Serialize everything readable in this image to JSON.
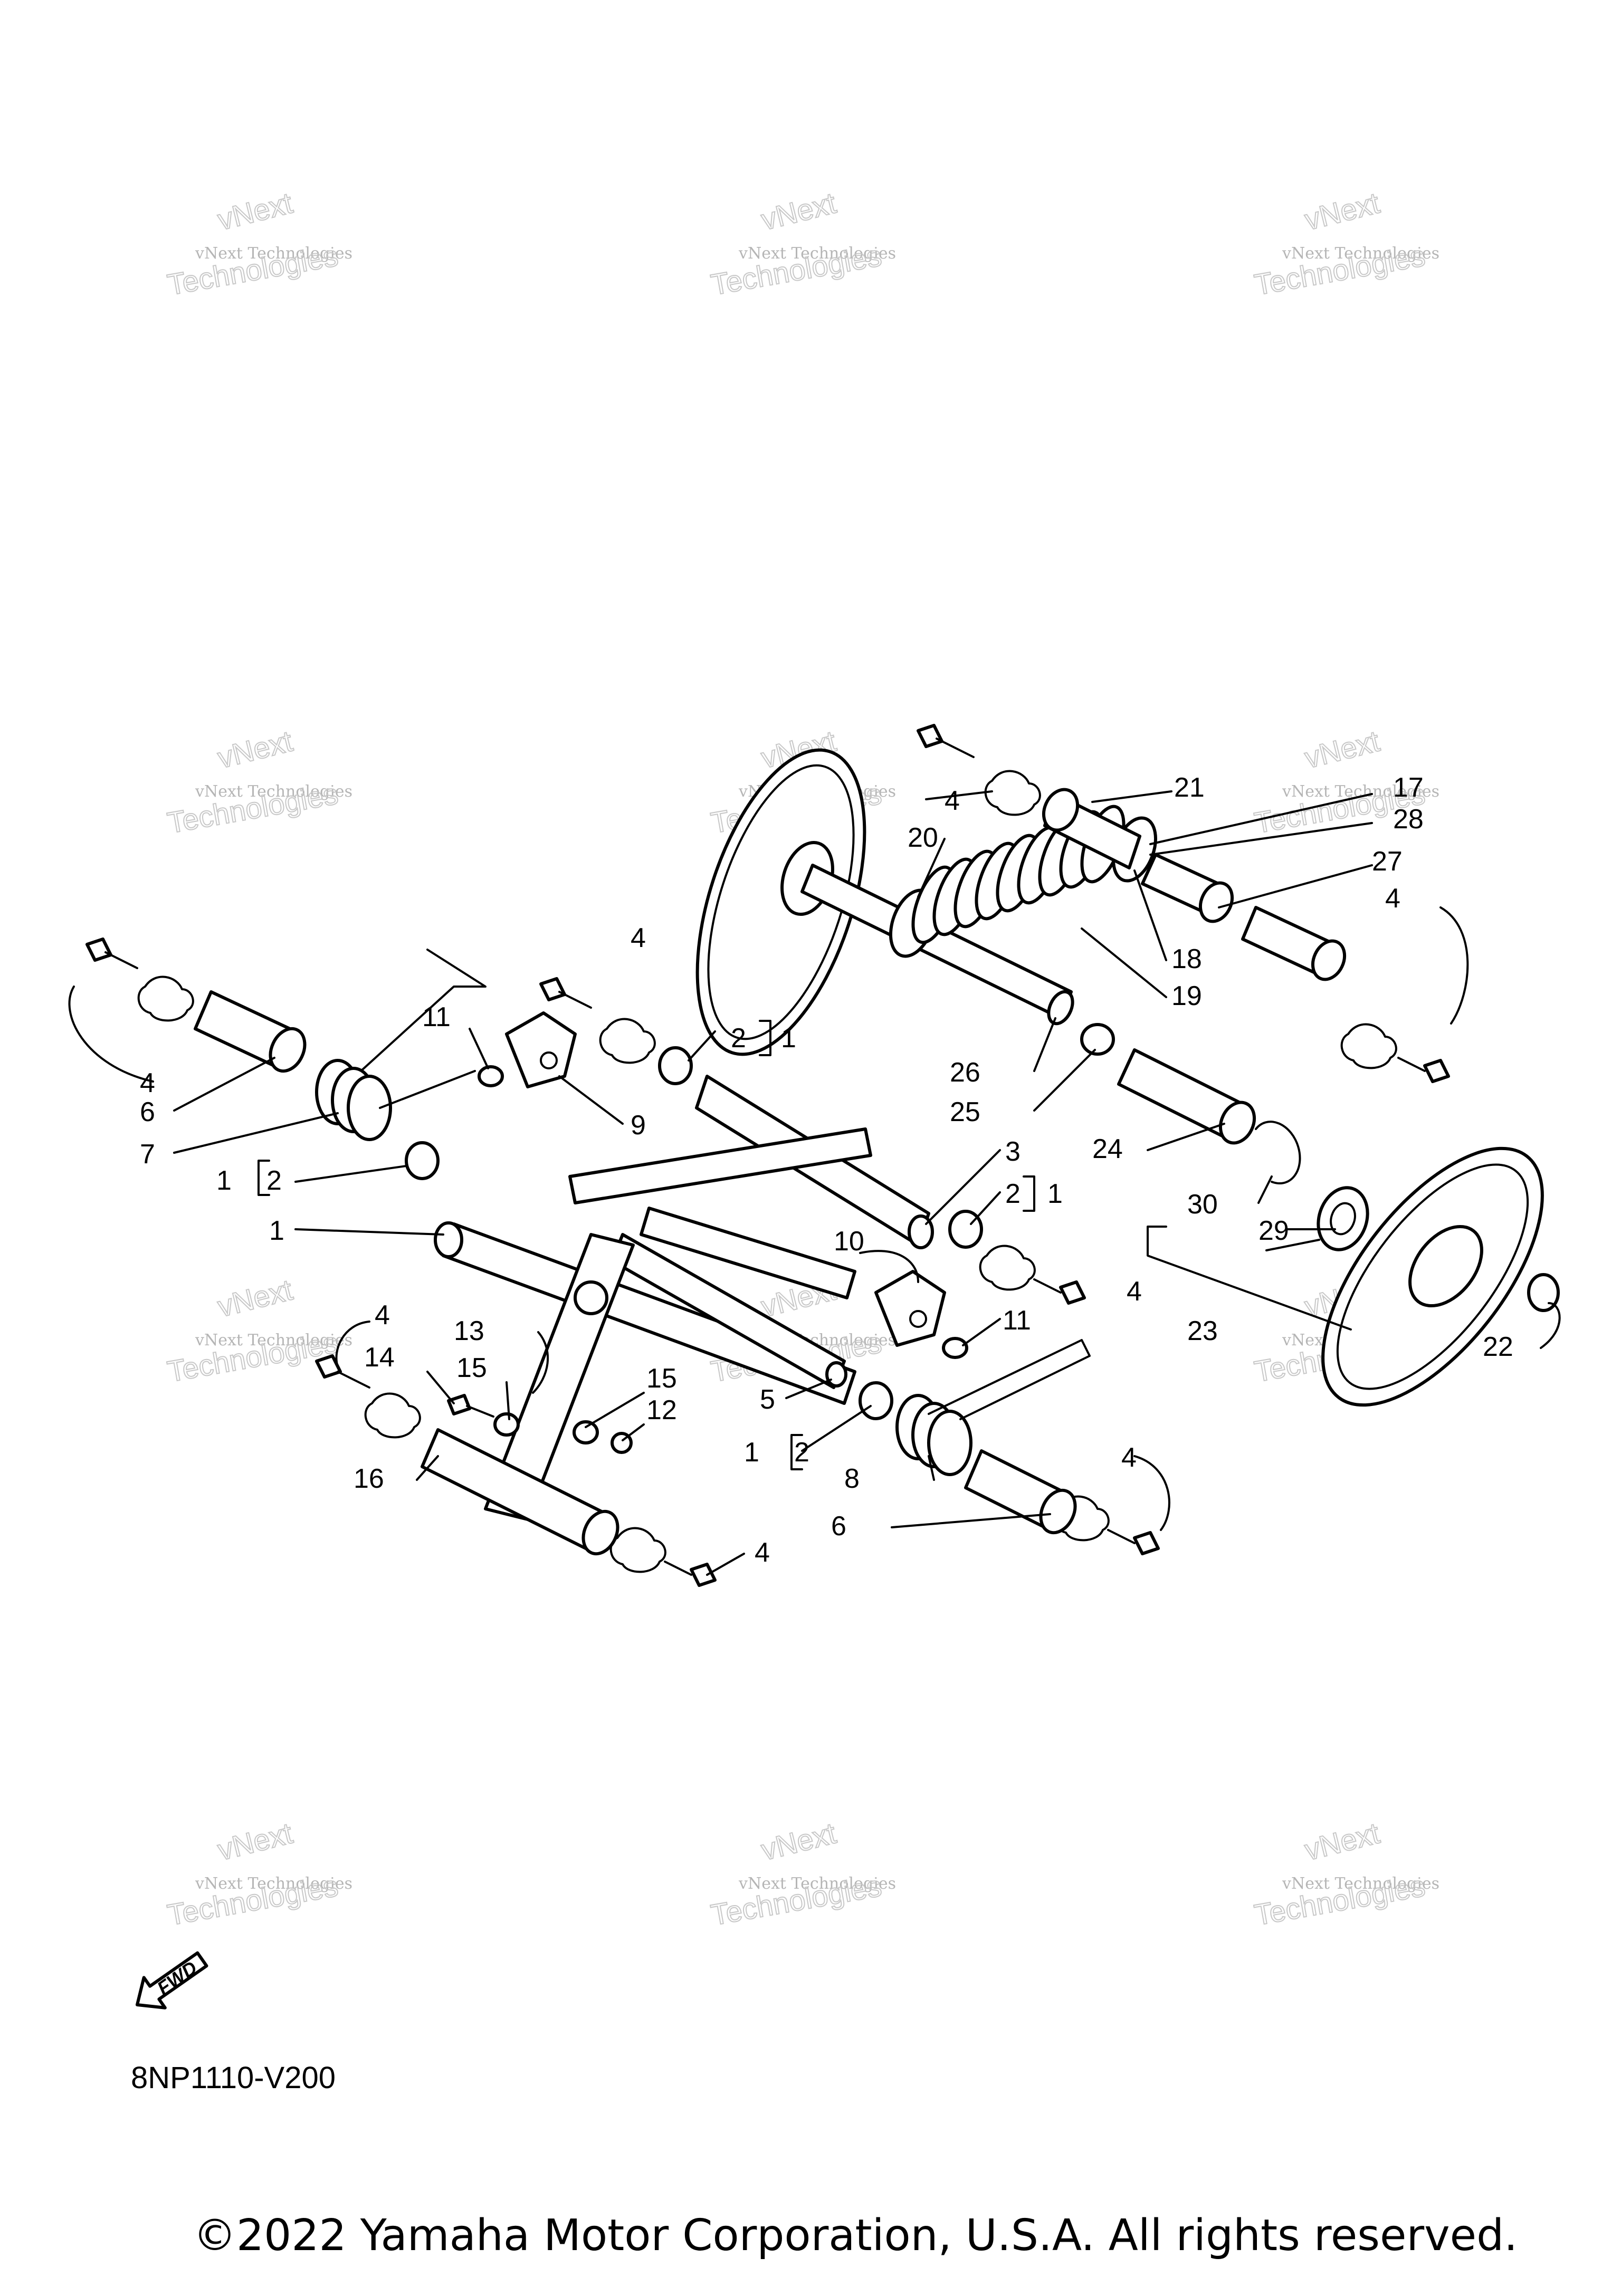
{
  "diagram_code": "8NP1110-V200",
  "copyright": "©2022 Yamaha Motor Corporation, U.S.A. All rights reserved.",
  "fwd_label": "FWD",
  "watermark": {
    "line1": "vNext",
    "line2": "vNext Technologies",
    "line3": "Technologies"
  },
  "callouts": {
    "c1": "1",
    "c2": "2",
    "c3": "3",
    "c4": "4",
    "c5": "5",
    "c6": "6",
    "c7": "7",
    "c8": "8",
    "c9": "9",
    "c10": "10",
    "c11": "11",
    "c12": "12",
    "c13": "13",
    "c14": "14",
    "c15": "15",
    "c16": "16",
    "c17": "17",
    "c18": "18",
    "c19": "19",
    "c20": "20",
    "c21": "21",
    "c22": "22",
    "c23": "23",
    "c24": "24",
    "c25": "25",
    "c26": "26",
    "c27": "27",
    "c28": "28",
    "c29": "29",
    "c30": "30"
  }
}
